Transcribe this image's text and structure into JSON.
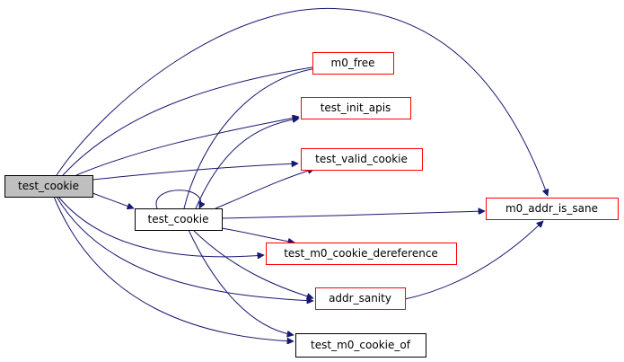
{
  "diagram": {
    "type": "call-graph",
    "colors": {
      "edge": "#191970",
      "root_fill": "#bfbfbf",
      "node_border_default": "#000000",
      "node_border_linked": "#ff0000",
      "node_fill": "#ffffff"
    },
    "nodes": [
      {
        "id": "root",
        "label": "test_cookie",
        "style": "root"
      },
      {
        "id": "tc",
        "label": "test_cookie",
        "style": "plain"
      },
      {
        "id": "m0_free",
        "label": "m0_free",
        "style": "linked"
      },
      {
        "id": "test_init_apis",
        "label": "test_init_apis",
        "style": "linked"
      },
      {
        "id": "test_valid_cookie",
        "label": "test_valid_cookie",
        "style": "linked"
      },
      {
        "id": "m0_addr_is_sane",
        "label": "m0_addr_is_sane",
        "style": "linked"
      },
      {
        "id": "test_m0_cookie_dereference",
        "label": "test_m0_cookie_dereference",
        "style": "linked"
      },
      {
        "id": "addr_sanity",
        "label": "addr_sanity",
        "style": "linked"
      },
      {
        "id": "test_m0_cookie_of",
        "label": "test_m0_cookie_of",
        "style": "plain"
      }
    ],
    "edges": [
      {
        "from": "root",
        "to": "m0_addr_is_sane"
      },
      {
        "from": "root",
        "to": "m0_free"
      },
      {
        "from": "root",
        "to": "test_init_apis"
      },
      {
        "from": "root",
        "to": "test_valid_cookie"
      },
      {
        "from": "root",
        "to": "tc"
      },
      {
        "from": "root",
        "to": "test_m0_cookie_dereference"
      },
      {
        "from": "root",
        "to": "addr_sanity"
      },
      {
        "from": "root",
        "to": "test_m0_cookie_of"
      },
      {
        "from": "tc",
        "to": "tc"
      },
      {
        "from": "tc",
        "to": "m0_free"
      },
      {
        "from": "tc",
        "to": "test_init_apis"
      },
      {
        "from": "tc",
        "to": "test_valid_cookie"
      },
      {
        "from": "tc",
        "to": "m0_addr_is_sane"
      },
      {
        "from": "tc",
        "to": "test_m0_cookie_dereference"
      },
      {
        "from": "tc",
        "to": "addr_sanity"
      },
      {
        "from": "tc",
        "to": "test_m0_cookie_of"
      },
      {
        "from": "addr_sanity",
        "to": "m0_addr_is_sane"
      }
    ]
  }
}
